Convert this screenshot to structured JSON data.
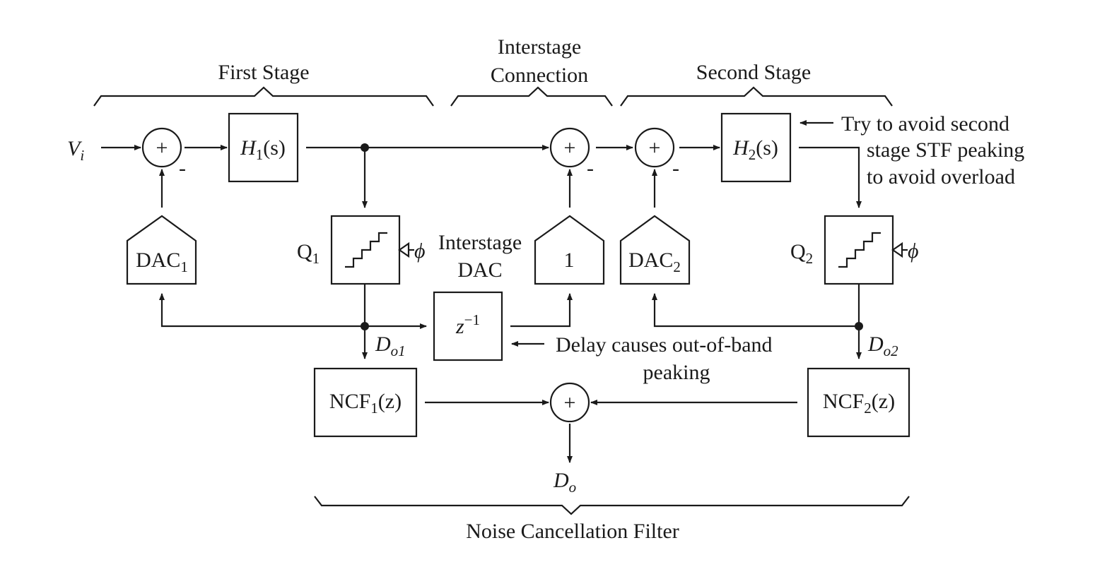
{
  "sections": {
    "first_stage": "First Stage",
    "interstage_line1": "Interstage",
    "interstage_line2": "Connection",
    "second_stage": "Second Stage",
    "noise_cancellation": "Noise Cancellation Filter"
  },
  "signals": {
    "input_main": "V",
    "input_sub": "i",
    "do1_main": "D",
    "do1_sub": "o1",
    "do2_main": "D",
    "do2_sub": "o2",
    "out_main": "D",
    "out_sub": "o",
    "phi": "ϕ"
  },
  "blocks": {
    "h1_main": "H",
    "h1_sub": "1",
    "h1_arg": "(s)",
    "h2_main": "H",
    "h2_sub": "2",
    "h2_arg": "(s)",
    "q1_main": "Q",
    "q1_sub": "1",
    "q2_main": "Q",
    "q2_sub": "2",
    "dac1_main": "DAC",
    "dac1_sub": "1",
    "dac2_main": "DAC",
    "dac2_sub": "2",
    "unity_gain": "1",
    "delay_main": "z",
    "delay_exp": "−1",
    "ncf1_main": "NCF",
    "ncf1_sub": "1",
    "ncf1_arg": "(z)",
    "ncf2_main": "NCF",
    "ncf2_sub": "2",
    "ncf2_arg": "(z)",
    "plus": "+",
    "minus": "-"
  },
  "annotations": {
    "interstage_dac_line1": "Interstage",
    "interstage_dac_line2": "DAC",
    "avoid_line1": "Try to avoid second",
    "avoid_line2": "stage STF peaking",
    "avoid_line3": "to avoid overload",
    "delay_line1": "Delay causes out-of-band",
    "delay_line2": "peaking"
  }
}
